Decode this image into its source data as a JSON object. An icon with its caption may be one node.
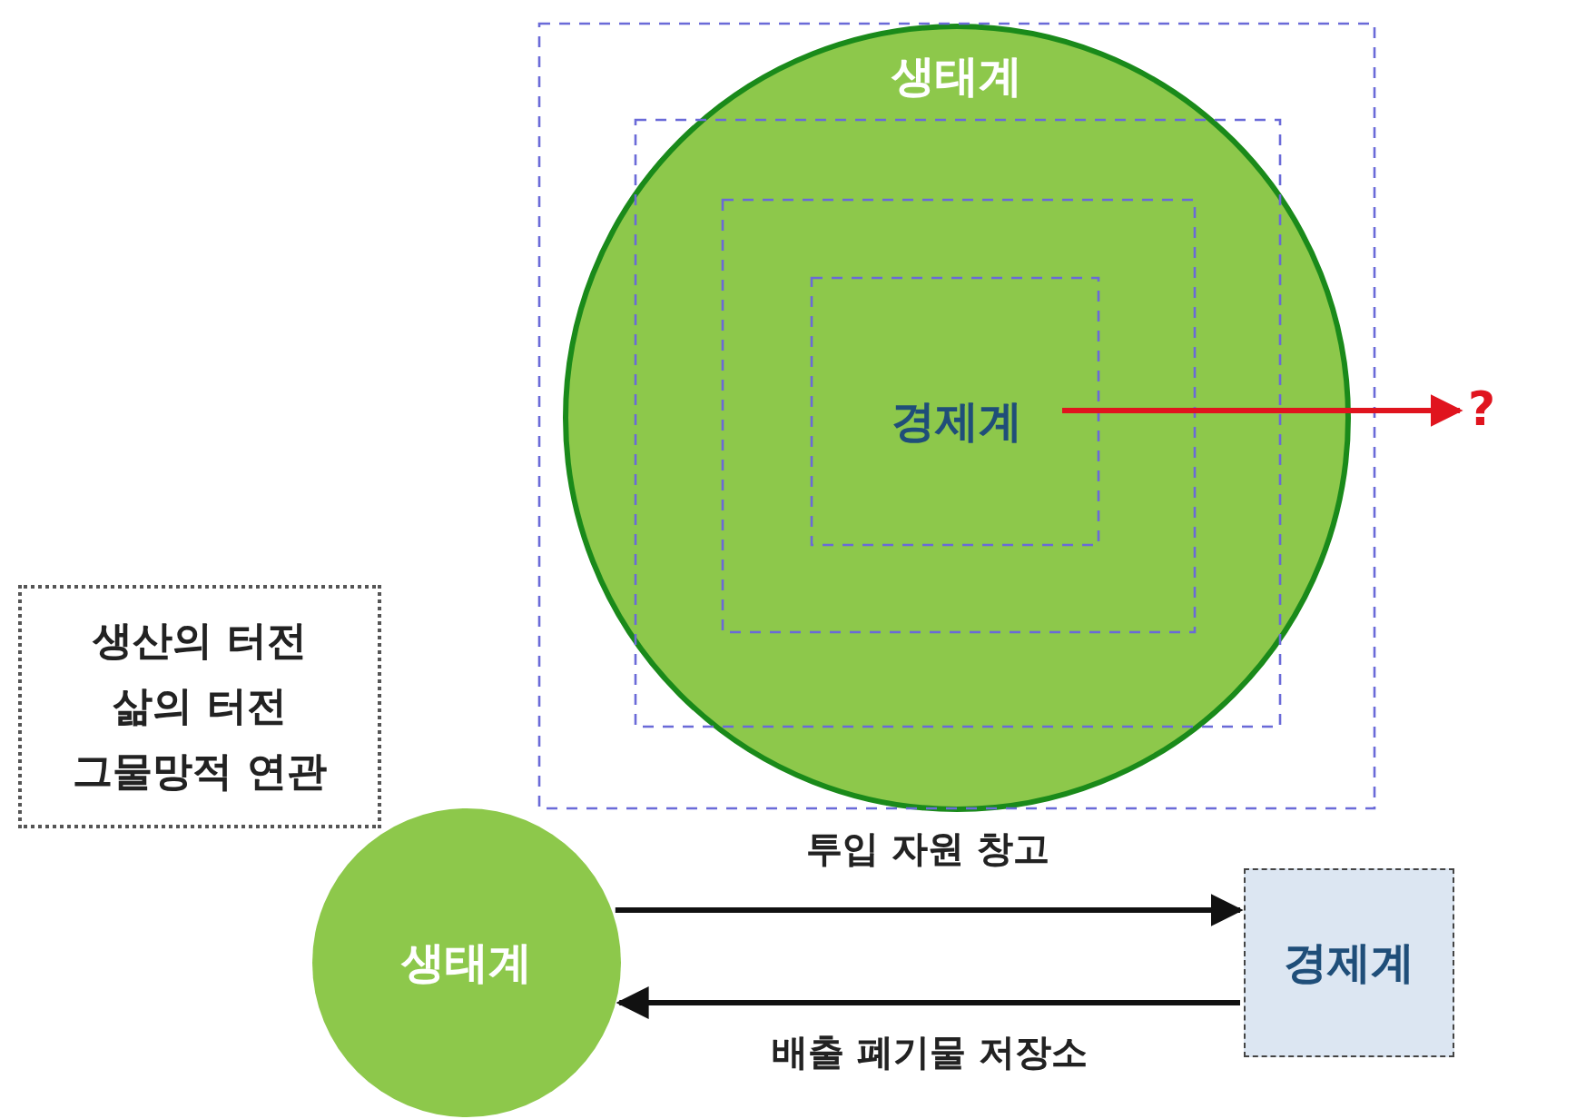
{
  "diagram": {
    "nodes": [
      {
        "text": [
          "생태계"
        ]
      },
      {
        "text": [
          "경제계"
        ],
        "in": 0
      },
      {
        "text": [
          "?"
        ]
      },
      {
        "text": [
          "생산의 터전",
          "삶의 터전",
          "그물망적 연관"
        ]
      },
      {
        "text": [
          "생태계"
        ]
      },
      {
        "text": [
          "경제계"
        ]
      }
    ],
    "edges": [
      {
        "from": 1,
        "to": 2,
        "arrow": "to",
        "color": "#e0141e"
      },
      {
        "from": 4,
        "to": 5,
        "arrow": "to",
        "label": "투입 자원 창고"
      },
      {
        "from": 5,
        "to": 4,
        "arrow": "to",
        "label": "배출 폐기물 저장소"
      }
    ]
  }
}
